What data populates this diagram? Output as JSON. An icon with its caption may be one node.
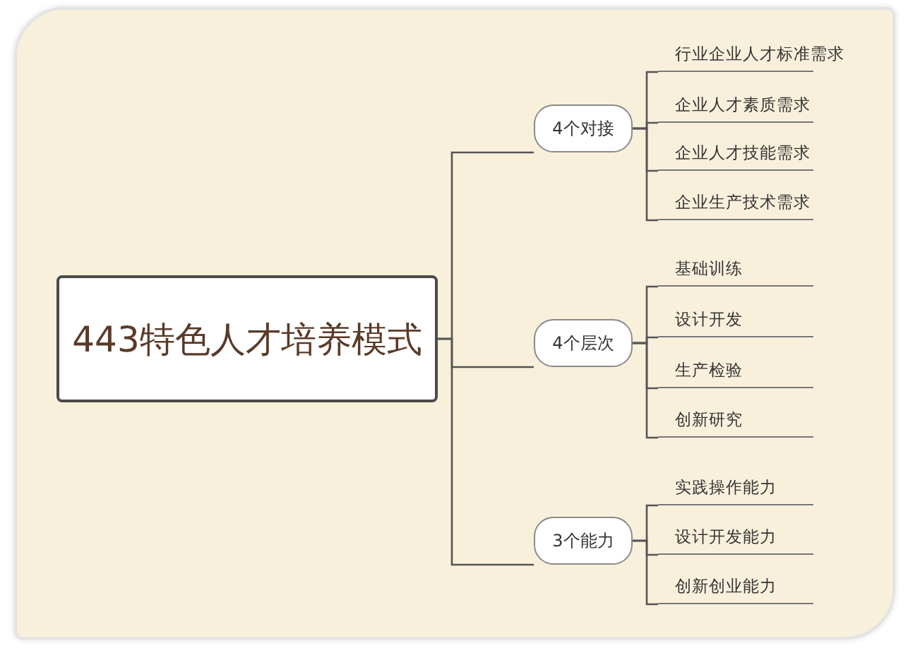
{
  "diagram": {
    "nodes": [
      {
        "text": [
          "443特色人才培养模式"
        ]
      },
      {
        "text": [
          "4个对接"
        ]
      },
      {
        "text": [
          "行业企业人才标准需求"
        ]
      },
      {
        "text": [
          "企业人才素质需求"
        ]
      },
      {
        "text": [
          "企业人才技能需求"
        ]
      },
      {
        "text": [
          "企业生产技术需求"
        ]
      },
      {
        "text": [
          "4个层次"
        ]
      },
      {
        "text": [
          "基础训练"
        ]
      },
      {
        "text": [
          "设计开发"
        ]
      },
      {
        "text": [
          "生产检验"
        ]
      },
      {
        "text": [
          "创新研究"
        ]
      },
      {
        "text": [
          "3个能力"
        ]
      },
      {
        "text": [
          "实践操作能力"
        ]
      },
      {
        "text": [
          "设计开发能力"
        ]
      },
      {
        "text": [
          "创新创业能力"
        ]
      }
    ],
    "edges": [
      {
        "from": 0,
        "to": 1,
        "arrow": "none"
      },
      {
        "from": 1,
        "to": 2,
        "arrow": "none"
      },
      {
        "from": 1,
        "to": 3,
        "arrow": "none"
      },
      {
        "from": 1,
        "to": 4,
        "arrow": "none"
      },
      {
        "from": 1,
        "to": 5,
        "arrow": "none"
      },
      {
        "from": 0,
        "to": 6,
        "arrow": "none"
      },
      {
        "from": 6,
        "to": 7,
        "arrow": "none"
      },
      {
        "from": 6,
        "to": 8,
        "arrow": "none"
      },
      {
        "from": 6,
        "to": 9,
        "arrow": "none"
      },
      {
        "from": 6,
        "to": 10,
        "arrow": "none"
      },
      {
        "from": 0,
        "to": 11,
        "arrow": "none"
      },
      {
        "from": 11,
        "to": 12,
        "arrow": "none"
      },
      {
        "from": 11,
        "to": 13,
        "arrow": "none"
      },
      {
        "from": 11,
        "to": 14,
        "arrow": "none"
      }
    ]
  }
}
